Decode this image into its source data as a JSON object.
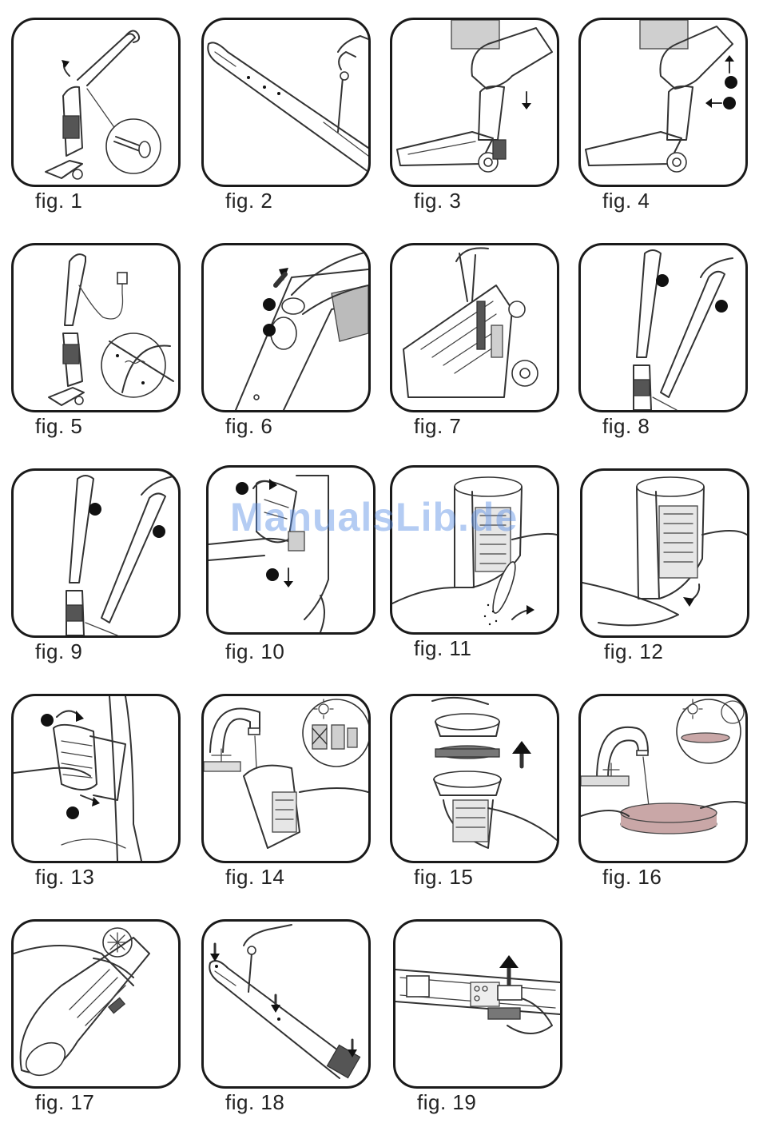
{
  "watermark": "ManualsLib.de",
  "figures": [
    {
      "caption": "fig. 1"
    },
    {
      "caption": "fig. 2"
    },
    {
      "caption": "fig. 3"
    },
    {
      "caption": "fig. 4"
    },
    {
      "caption": "fig. 5"
    },
    {
      "caption": "fig. 6"
    },
    {
      "caption": "fig. 7"
    },
    {
      "caption": "fig. 8"
    },
    {
      "caption": "fig. 9"
    },
    {
      "caption": "fig. 10"
    },
    {
      "caption": "fig. 11"
    },
    {
      "caption": "fig. 12"
    },
    {
      "caption": "fig. 13"
    },
    {
      "caption": "fig. 14"
    },
    {
      "caption": "fig. 15"
    },
    {
      "caption": "fig. 16"
    },
    {
      "caption": "fig. 17"
    },
    {
      "caption": "fig. 18"
    },
    {
      "caption": "fig. 19"
    }
  ]
}
